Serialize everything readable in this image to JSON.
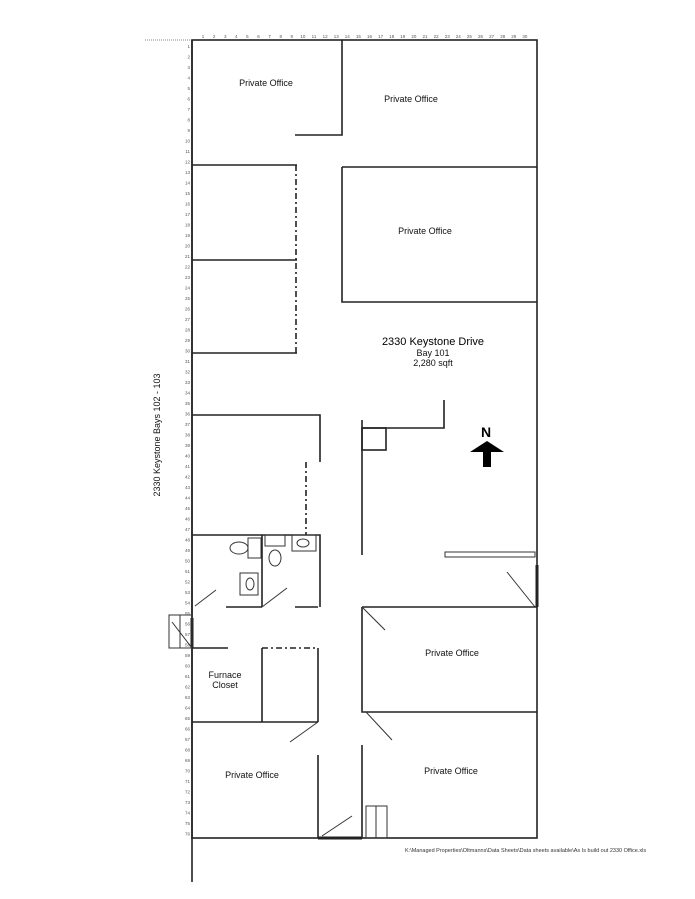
{
  "labels": {
    "office_top_left": "Private Office",
    "office_top_right": "Private Office",
    "office_mid_right": "Private Office",
    "address": "2330 Keystone Drive",
    "bay": "Bay 101",
    "area": "2,280 sqft",
    "north": "N",
    "office_lower_right": "Private Office",
    "furnace_1": "Furnace",
    "furnace_2": "Closet",
    "office_bottom_left": "Private Office",
    "office_bottom_right": "Private Office",
    "adjacent": "2330 Keystone  Bays 102 - 103"
  },
  "footer": "K:\\Managed Properties\\Oltmanns\\Data Sheets\\Data sheets available\\As Is build out 2330 Office.xls",
  "ruler": {
    "columns": [
      "1",
      "2",
      "3",
      "4",
      "5",
      "6",
      "7",
      "8",
      "9",
      "10",
      "11",
      "12",
      "13",
      "14",
      "15",
      "16",
      "17",
      "18",
      "19",
      "20",
      "21",
      "22",
      "23",
      "24",
      "25",
      "26",
      "27",
      "28",
      "29",
      "30"
    ],
    "rows": [
      "1",
      "2",
      "3",
      "4",
      "5",
      "6",
      "7",
      "8",
      "9",
      "10",
      "11",
      "12",
      "13",
      "14",
      "15",
      "16",
      "17",
      "18",
      "19",
      "20",
      "21",
      "22",
      "23",
      "24",
      "25",
      "26",
      "27",
      "28",
      "29",
      "30",
      "31",
      "32",
      "33",
      "34",
      "35",
      "36",
      "37",
      "38",
      "39",
      "40",
      "41",
      "42",
      "43",
      "44",
      "45",
      "46",
      "47",
      "48",
      "49",
      "50",
      "51",
      "52",
      "53",
      "54",
      "55",
      "56",
      "57",
      "58",
      "59",
      "60",
      "61",
      "62",
      "63",
      "64",
      "65",
      "66",
      "67",
      "68",
      "69",
      "70",
      "71",
      "72",
      "73",
      "74",
      "75",
      "76"
    ]
  },
  "colors": {
    "lines": "#222222",
    "background": "#ffffff"
  }
}
